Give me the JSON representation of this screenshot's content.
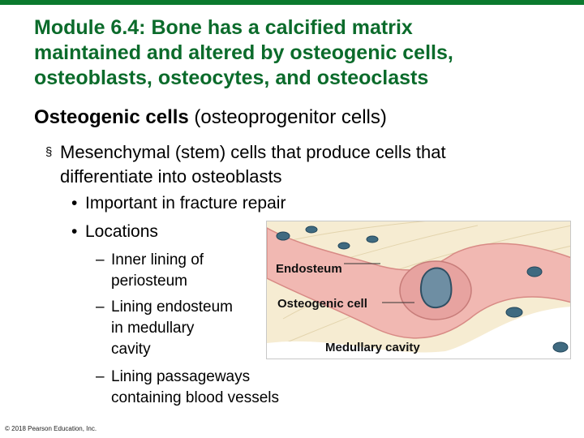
{
  "colors": {
    "accent": "#0b7a2e",
    "title": "#0b6b2b"
  },
  "title_lines": [
    "Module 6.4: Bone has a calcified matrix",
    "maintained and altered by osteogenic cells,",
    "osteoblasts, osteocytes, and osteoclasts"
  ],
  "heading": {
    "bold": "Osteogenic cells",
    "rest": " (osteoprogenitor cells)"
  },
  "bullet1": {
    "marker": "§",
    "lines": [
      "Mesenchymal (stem) cells that produce cells that",
      "differentiate into osteoblasts"
    ]
  },
  "bullet2": [
    {
      "marker": "•",
      "text": "Important in fracture repair"
    },
    {
      "marker": "•",
      "text": "Locations"
    }
  ],
  "dashes": [
    {
      "marker": "–",
      "lines": [
        "Inner lining of",
        "periosteum"
      ]
    },
    {
      "marker": "–",
      "lines": [
        "Lining endosteum",
        "in medullary",
        "cavity"
      ]
    },
    {
      "marker": "–",
      "lines": [
        "Lining passageways",
        "containing blood vessels"
      ]
    }
  ],
  "figure": {
    "labels": {
      "endosteum": "Endosteum",
      "osteogenic_cell": "Osteogenic cell",
      "medullary_cavity": "Medullary cavity"
    }
  },
  "footer": {
    "copyright": "© 2018 Pearson Education, Inc."
  }
}
